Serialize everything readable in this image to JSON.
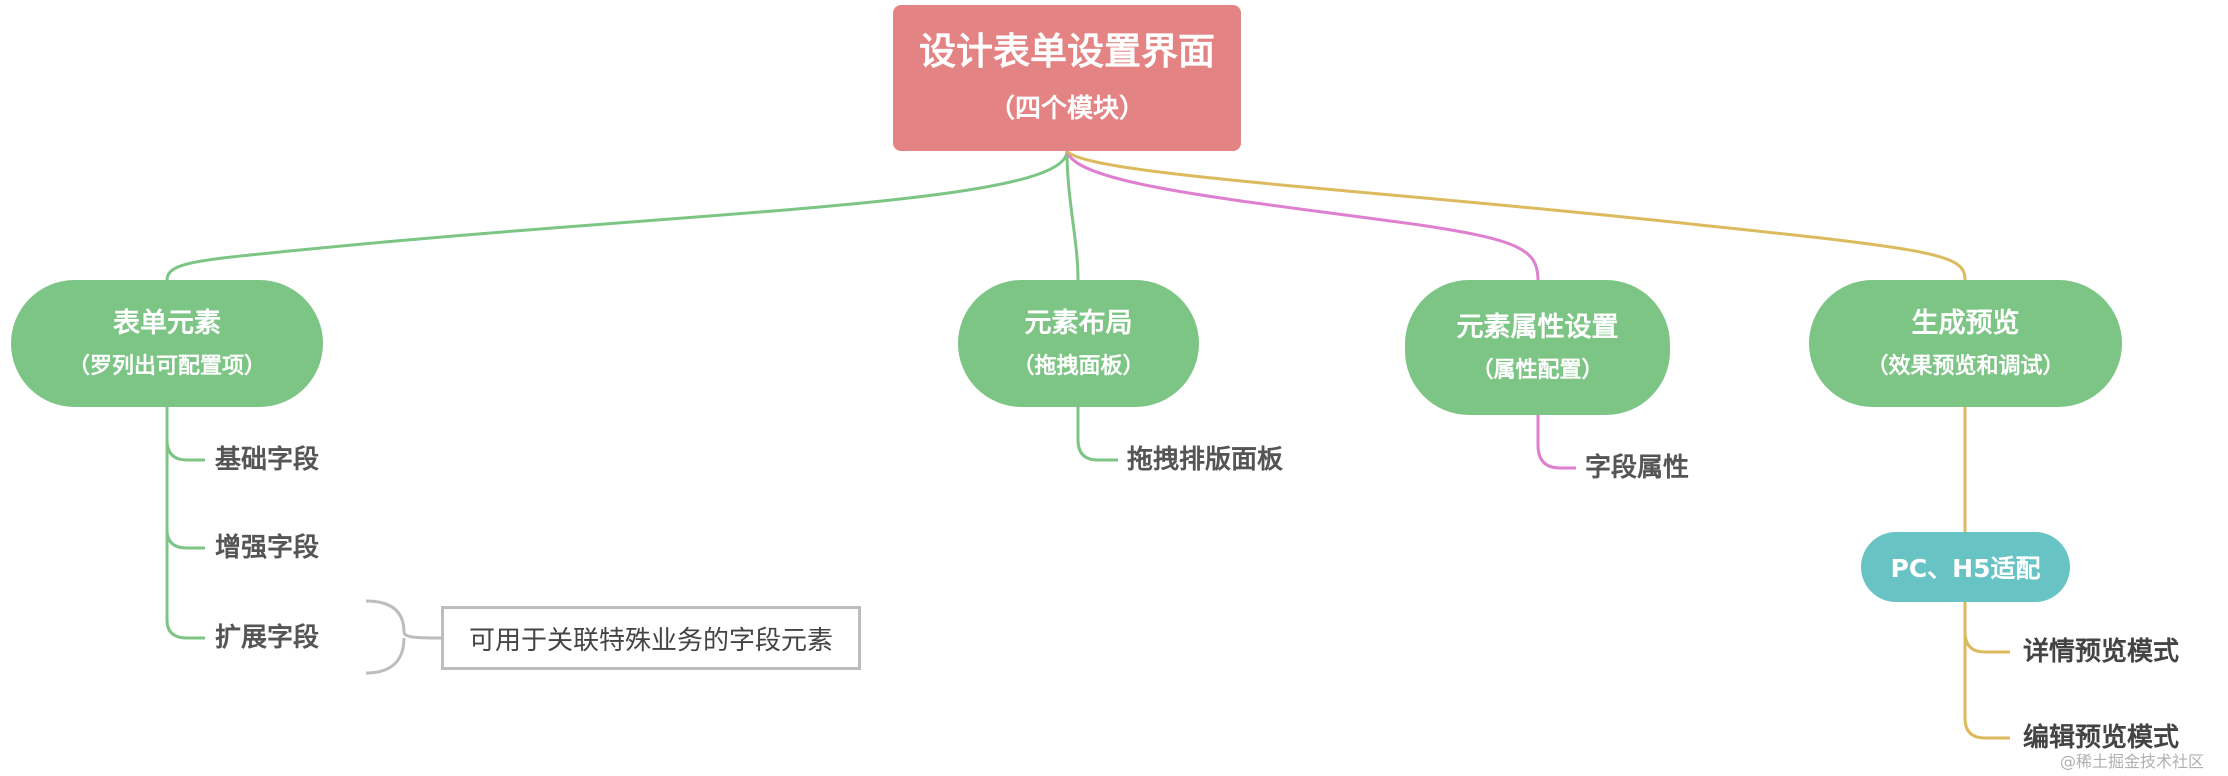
{
  "root": {
    "title": "设计表单设置界面",
    "subtitle": "（四个模块）"
  },
  "branches": [
    {
      "title": "表单元素",
      "subtitle": "（罗列出可配置项）",
      "color": "#7cc585",
      "children": [
        "基础字段",
        "增强字段",
        "扩展字段"
      ],
      "note": "可用于关联特殊业务的字段元素"
    },
    {
      "title": "元素布局",
      "subtitle": "（拖拽面板）",
      "color": "#7cc585",
      "children": [
        "拖拽排版面板"
      ]
    },
    {
      "title": "元素属性设置",
      "subtitle": "（属性配置）",
      "color": "#7cc585",
      "children": [
        "字段属性"
      ]
    },
    {
      "title": "生成预览",
      "subtitle": "（效果预览和调试）",
      "color": "#7cc585",
      "sub": {
        "title": "PC、H5适配",
        "color": "#68c3c5",
        "children": [
          "详情预览模式",
          "编辑预览模式"
        ]
      }
    }
  ],
  "colors": {
    "root": "#e48383",
    "green": "#7cc585",
    "pink": "#de7fcf",
    "gold": "#dcba5e",
    "note_border": "#bdbdbd"
  },
  "watermark": "@稀土掘金技术社区"
}
